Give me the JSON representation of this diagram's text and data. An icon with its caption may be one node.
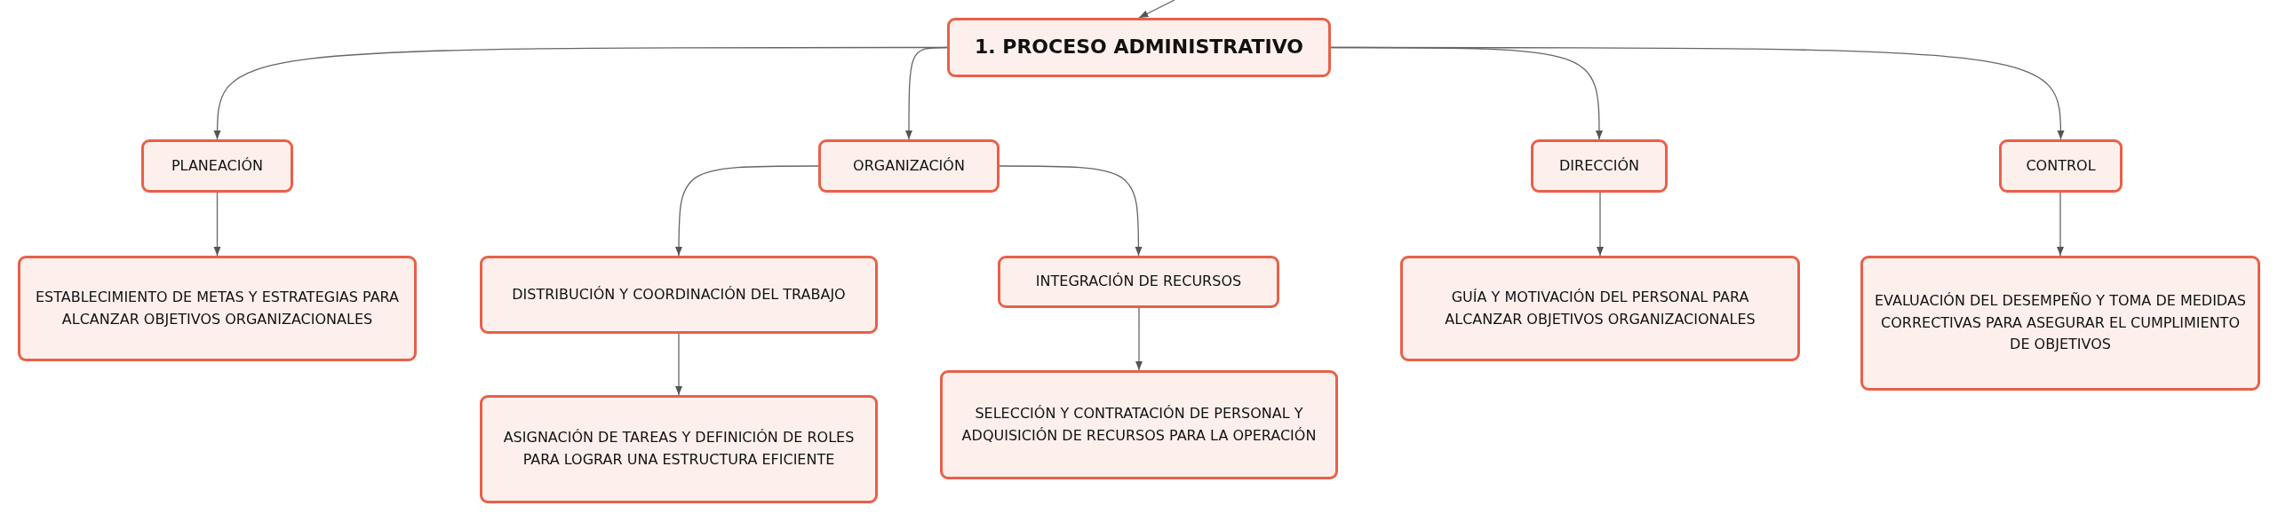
{
  "diagram": {
    "nodes": [
      {
        "text": [
          "1. PROCESO ADMINISTRATIVO"
        ]
      },
      {
        "text": [
          "PLANEACIÓN"
        ]
      },
      {
        "text": [
          "ORGANIZACIÓN"
        ]
      },
      {
        "text": [
          "DIRECCIÓN"
        ]
      },
      {
        "text": [
          "CONTROL"
        ]
      },
      {
        "text": [
          "ESTABLECIMIENTO DE METAS Y ESTRATEGIAS PARA ALCANZAR OBJETIVOS ORGANIZACIONALES"
        ]
      },
      {
        "text": [
          "DISTRIBUCIÓN Y COORDINACIÓN DEL TRABAJO"
        ]
      },
      {
        "text": [
          "INTEGRACIÓN DE RECURSOS"
        ]
      },
      {
        "text": [
          "ASIGNACIÓN DE TAREAS Y DEFINICIÓN DE ROLES PARA LOGRAR UNA ESTRUCTURA EFICIENTE"
        ]
      },
      {
        "text": [
          "SELECCIÓN Y CONTRATACIÓN DE PERSONAL Y ADQUISICIÓN DE RECURSOS PARA LA OPERACIÓN"
        ]
      },
      {
        "text": [
          "GUÍA Y MOTIVACIÓN DEL PERSONAL PARA ALCANZAR OBJETIVOS ORGANIZACIONALES"
        ]
      },
      {
        "text": [
          "EVALUACIÓN DEL DESEMPEÑO Y TOMA DE MEDIDAS CORRECTIVAS PARA ASEGURAR EL CUMPLIMIENTO DE OBJETIVOS"
        ]
      }
    ],
    "edges": [
      {
        "from": null,
        "to": 0,
        "arrow": "to"
      },
      {
        "from": 0,
        "to": 1,
        "arrow": "to"
      },
      {
        "from": 0,
        "to": 2,
        "arrow": "to"
      },
      {
        "from": 0,
        "to": 3,
        "arrow": "to"
      },
      {
        "from": 0,
        "to": 4,
        "arrow": "to"
      },
      {
        "from": 1,
        "to": 5,
        "arrow": "to"
      },
      {
        "from": 2,
        "to": 6,
        "arrow": "to"
      },
      {
        "from": 2,
        "to": 7,
        "arrow": "to"
      },
      {
        "from": 6,
        "to": 8,
        "arrow": "to"
      },
      {
        "from": 7,
        "to": 9,
        "arrow": "to"
      },
      {
        "from": 3,
        "to": 10,
        "arrow": "to"
      },
      {
        "from": 4,
        "to": 11,
        "arrow": "to"
      }
    ]
  }
}
